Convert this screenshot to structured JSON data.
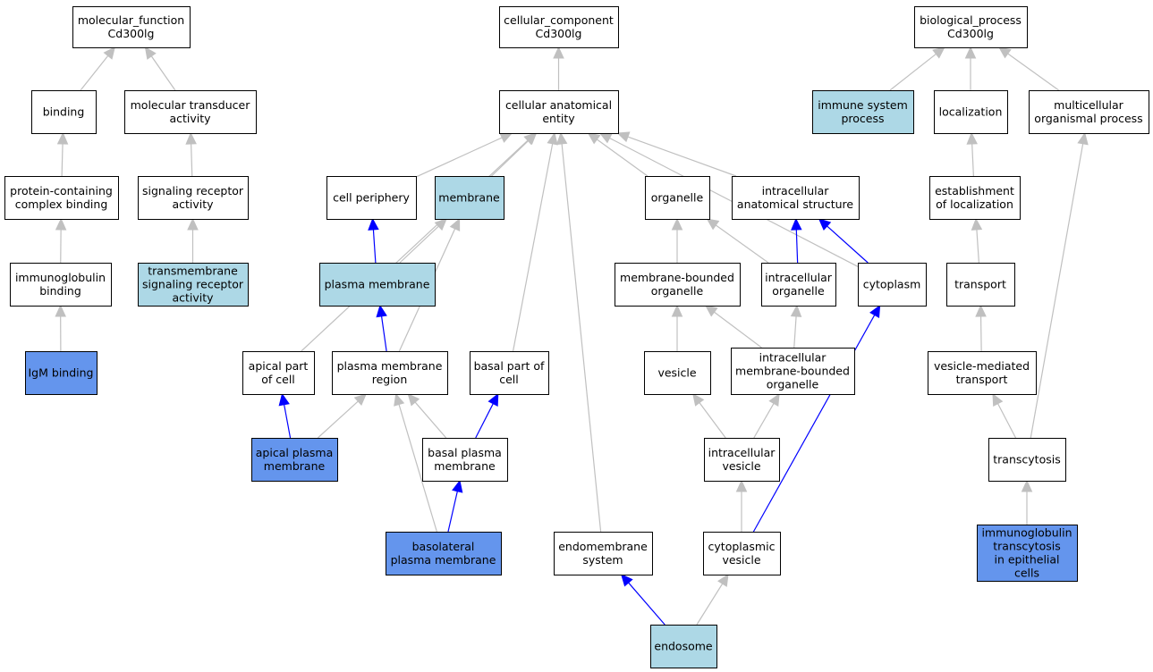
{
  "colors": {
    "plain": "#ffffff",
    "highlight": "#add8e6",
    "annotated": "#6495ed",
    "edge_grey": "#c0c0c0",
    "edge_blue": "#0000ff"
  },
  "nodes": [
    {
      "id": "mf",
      "lines": [
        "molecular_function",
        "Cd300lg"
      ],
      "style": "plain"
    },
    {
      "id": "cc",
      "lines": [
        "cellular_component",
        "Cd300lg"
      ],
      "style": "plain"
    },
    {
      "id": "bp",
      "lines": [
        "biological_process",
        "Cd300lg"
      ],
      "style": "plain"
    },
    {
      "id": "binding",
      "lines": [
        "binding"
      ],
      "style": "plain"
    },
    {
      "id": "mta",
      "lines": [
        "molecular transducer",
        "activity"
      ],
      "style": "plain"
    },
    {
      "id": "cae",
      "lines": [
        "cellular anatomical",
        "entity"
      ],
      "style": "plain"
    },
    {
      "id": "isp",
      "lines": [
        "immune system",
        "process"
      ],
      "style": "highlight"
    },
    {
      "id": "loc",
      "lines": [
        "localization"
      ],
      "style": "plain"
    },
    {
      "id": "mop",
      "lines": [
        "multicellular",
        "organismal process"
      ],
      "style": "plain"
    },
    {
      "id": "pccb",
      "lines": [
        "protein-containing",
        "complex binding"
      ],
      "style": "plain"
    },
    {
      "id": "sra",
      "lines": [
        "signaling receptor",
        "activity"
      ],
      "style": "plain"
    },
    {
      "id": "cper",
      "lines": [
        "cell periphery"
      ],
      "style": "plain"
    },
    {
      "id": "mem",
      "lines": [
        "membrane"
      ],
      "style": "highlight"
    },
    {
      "id": "org",
      "lines": [
        "organelle"
      ],
      "style": "plain"
    },
    {
      "id": "ias",
      "lines": [
        "intracellular",
        "anatomical structure"
      ],
      "style": "plain"
    },
    {
      "id": "eol",
      "lines": [
        "establishment",
        "of localization"
      ],
      "style": "plain"
    },
    {
      "id": "igb",
      "lines": [
        "immunoglobulin",
        "binding"
      ],
      "style": "plain"
    },
    {
      "id": "tsra",
      "lines": [
        "transmembrane",
        "signaling receptor",
        "activity"
      ],
      "style": "highlight"
    },
    {
      "id": "pm",
      "lines": [
        "plasma membrane"
      ],
      "style": "highlight"
    },
    {
      "id": "mbo",
      "lines": [
        "membrane-bounded",
        "organelle"
      ],
      "style": "plain"
    },
    {
      "id": "io",
      "lines": [
        "intracellular",
        "organelle"
      ],
      "style": "plain"
    },
    {
      "id": "cyt",
      "lines": [
        "cytoplasm"
      ],
      "style": "plain"
    },
    {
      "id": "trans",
      "lines": [
        "transport"
      ],
      "style": "plain"
    },
    {
      "id": "igm",
      "lines": [
        "IgM binding"
      ],
      "style": "annotated"
    },
    {
      "id": "apc",
      "lines": [
        "apical part",
        "of cell"
      ],
      "style": "plain"
    },
    {
      "id": "pmr",
      "lines": [
        "plasma membrane",
        "region"
      ],
      "style": "plain"
    },
    {
      "id": "bpc",
      "lines": [
        "basal part of",
        "cell"
      ],
      "style": "plain"
    },
    {
      "id": "ves",
      "lines": [
        "vesicle"
      ],
      "style": "plain"
    },
    {
      "id": "imbo",
      "lines": [
        "intracellular",
        "membrane-bounded",
        "organelle"
      ],
      "style": "plain"
    },
    {
      "id": "vmt",
      "lines": [
        "vesicle-mediated",
        "transport"
      ],
      "style": "plain"
    },
    {
      "id": "apm",
      "lines": [
        "apical plasma",
        "membrane"
      ],
      "style": "annotated"
    },
    {
      "id": "bpm",
      "lines": [
        "basal plasma",
        "membrane"
      ],
      "style": "plain"
    },
    {
      "id": "iv",
      "lines": [
        "intracellular",
        "vesicle"
      ],
      "style": "plain"
    },
    {
      "id": "tcy",
      "lines": [
        "transcytosis"
      ],
      "style": "plain"
    },
    {
      "id": "blpm",
      "lines": [
        "basolateral",
        "plasma membrane"
      ],
      "style": "annotated"
    },
    {
      "id": "ems",
      "lines": [
        "endomembrane",
        "system"
      ],
      "style": "plain"
    },
    {
      "id": "cv",
      "lines": [
        "cytoplasmic",
        "vesicle"
      ],
      "style": "plain"
    },
    {
      "id": "igt",
      "lines": [
        "immunoglobulin",
        "transcytosis",
        "in epithelial",
        "cells"
      ],
      "style": "annotated"
    },
    {
      "id": "endo",
      "lines": [
        "endosome"
      ],
      "style": "highlight"
    }
  ],
  "edges": [
    {
      "from": "binding",
      "to": "mf",
      "color": "grey"
    },
    {
      "from": "mta",
      "to": "mf",
      "color": "grey"
    },
    {
      "from": "cae",
      "to": "cc",
      "color": "grey"
    },
    {
      "from": "isp",
      "to": "bp",
      "color": "grey"
    },
    {
      "from": "loc",
      "to": "bp",
      "color": "grey"
    },
    {
      "from": "mop",
      "to": "bp",
      "color": "grey"
    },
    {
      "from": "pccb",
      "to": "binding",
      "color": "grey"
    },
    {
      "from": "sra",
      "to": "mta",
      "color": "grey"
    },
    {
      "from": "igb",
      "to": "pccb",
      "color": "grey"
    },
    {
      "from": "tsra",
      "to": "sra",
      "color": "grey"
    },
    {
      "from": "igm",
      "to": "igb",
      "color": "grey"
    },
    {
      "from": "cper",
      "to": "cae",
      "color": "grey"
    },
    {
      "from": "mem",
      "to": "cae",
      "color": "grey"
    },
    {
      "from": "org",
      "to": "cae",
      "color": "grey"
    },
    {
      "from": "ias",
      "to": "cae",
      "color": "grey"
    },
    {
      "from": "apc",
      "to": "cae",
      "color": "grey"
    },
    {
      "from": "bpc",
      "to": "cae",
      "color": "grey"
    },
    {
      "from": "ems",
      "to": "cae",
      "color": "grey"
    },
    {
      "from": "cyt",
      "to": "cae",
      "color": "grey"
    },
    {
      "from": "pm",
      "to": "cper",
      "color": "blue"
    },
    {
      "from": "pm",
      "to": "mem",
      "color": "grey"
    },
    {
      "from": "pmr",
      "to": "mem",
      "color": "grey"
    },
    {
      "from": "pmr",
      "to": "pm",
      "color": "blue"
    },
    {
      "from": "mbo",
      "to": "org",
      "color": "grey"
    },
    {
      "from": "io",
      "to": "org",
      "color": "grey"
    },
    {
      "from": "io",
      "to": "ias",
      "color": "blue"
    },
    {
      "from": "cyt",
      "to": "ias",
      "color": "blue"
    },
    {
      "from": "ves",
      "to": "mbo",
      "color": "grey"
    },
    {
      "from": "imbo",
      "to": "mbo",
      "color": "grey"
    },
    {
      "from": "imbo",
      "to": "io",
      "color": "grey"
    },
    {
      "from": "iv",
      "to": "ves",
      "color": "grey"
    },
    {
      "from": "iv",
      "to": "imbo",
      "color": "grey"
    },
    {
      "from": "cv",
      "to": "iv",
      "color": "grey"
    },
    {
      "from": "cv",
      "to": "cyt",
      "color": "blue"
    },
    {
      "from": "endo",
      "to": "ems",
      "color": "blue"
    },
    {
      "from": "endo",
      "to": "cv",
      "color": "grey"
    },
    {
      "from": "apm",
      "to": "apc",
      "color": "blue"
    },
    {
      "from": "apm",
      "to": "pmr",
      "color": "grey"
    },
    {
      "from": "bpm",
      "to": "pmr",
      "color": "grey"
    },
    {
      "from": "bpm",
      "to": "bpc",
      "color": "blue"
    },
    {
      "from": "blpm",
      "to": "pmr",
      "color": "grey"
    },
    {
      "from": "blpm",
      "to": "bpm",
      "color": "blue"
    },
    {
      "from": "eol",
      "to": "loc",
      "color": "grey"
    },
    {
      "from": "trans",
      "to": "eol",
      "color": "grey"
    },
    {
      "from": "vmt",
      "to": "trans",
      "color": "grey"
    },
    {
      "from": "tcy",
      "to": "vmt",
      "color": "grey"
    },
    {
      "from": "tcy",
      "to": "mop",
      "color": "grey"
    },
    {
      "from": "igt",
      "to": "tcy",
      "color": "grey"
    }
  ]
}
